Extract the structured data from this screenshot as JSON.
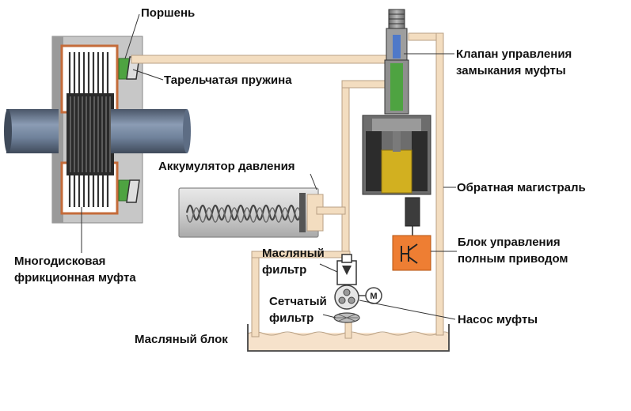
{
  "labels": {
    "piston": "Поршень",
    "disc_spring": "Тарельчатая пружина",
    "clutch_valve_line1": "Клапан управления",
    "clutch_valve_line2": "замыкания муфты",
    "accumulator": "Аккумулятор давления",
    "return_line": "Обратная магистраль",
    "awd_control_unit_line1": "Блок управления",
    "awd_control_unit_line2": "полным приводом",
    "multi_disc_clutch_line1": "Многодисковая",
    "multi_disc_clutch_line2": "фрикционная муфта",
    "oil_filter_line1": "Масляный",
    "oil_filter_line2": "фильтр",
    "strainer_line1": "Сетчатый",
    "strainer_line2": "фильтр",
    "clutch_pump": "Насос муфты",
    "oil_sump": "Масляный блок",
    "motor_symbol": "M"
  },
  "colors": {
    "tube": "#f3ddc0",
    "tube_edge": "#b8a084",
    "housing": "#c7c7c7",
    "shaft": "#7b8da6",
    "oil": "#f6e2cb",
    "valve_green": "#4ea341",
    "valve_yellow": "#d2b020",
    "control_unit": "#ee7e33",
    "clutch_outline": "#c46b3a",
    "text": "#111111"
  }
}
